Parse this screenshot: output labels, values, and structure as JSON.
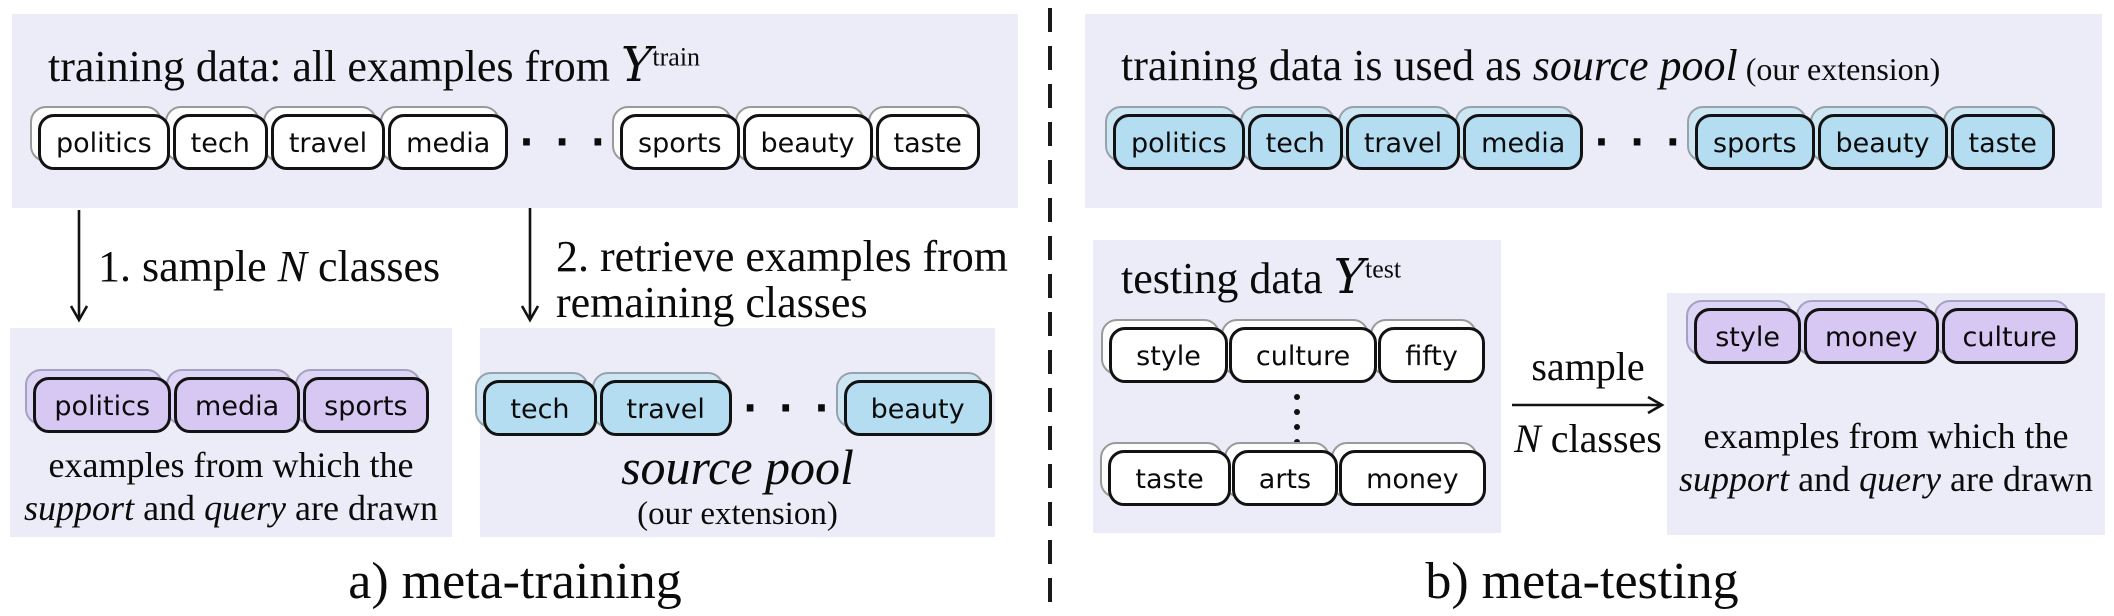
{
  "colors": {
    "panel_background": "#ececf8",
    "purple_chip": "#d7c7f3",
    "blue_chip": "#b4ddf2",
    "white_chip": "#ffffff",
    "chip_border": "#121212",
    "stacked_card_border": "#9a9a9a"
  },
  "meta_training": {
    "panel_label": "a) meta-training",
    "pool_box": {
      "title_prefix": "training data: all examples from ",
      "title_symbol": "Y",
      "title_sup": "train",
      "classes": [
        "politics",
        "tech",
        "travel",
        "media",
        "···",
        "sports",
        "beauty",
        "taste"
      ]
    },
    "step1": {
      "pre": "1. sample ",
      "var": "N",
      "post": " classes"
    },
    "step2": {
      "line1": "2. retrieve examples from",
      "line2": "remaining classes"
    },
    "sampled_box": {
      "classes": [
        "politics",
        "media",
        "sports"
      ],
      "caption_line1": "examples from which the",
      "caption_it1": "support",
      "caption_mid": " and ",
      "caption_it2": "query",
      "caption_end": " are drawn"
    },
    "source_box": {
      "classes": [
        "tech",
        "travel",
        "···",
        "beauty"
      ],
      "label": "source pool",
      "sublabel": "(our extension)"
    }
  },
  "meta_testing": {
    "panel_label": "b) meta-testing",
    "pool_box": {
      "title_prefix": "training data is used as ",
      "title_emph": "source pool",
      "title_paren": " (our extension)",
      "classes": [
        "politics",
        "tech",
        "travel",
        "media",
        "···",
        "sports",
        "beauty",
        "taste"
      ]
    },
    "test_box": {
      "title_prefix": "testing data ",
      "title_symbol": "Y",
      "title_sup": "test",
      "row1": [
        "style",
        "culture",
        "fifty"
      ],
      "row2": [
        "taste",
        "arts",
        "money"
      ]
    },
    "sample_arrow": {
      "line1": "sample",
      "line2_var": "N",
      "line2_post": " classes"
    },
    "result_box": {
      "classes": [
        "style",
        "money",
        "culture"
      ],
      "caption_line1": "examples from which the",
      "caption_it1": "support",
      "caption_mid": " and ",
      "caption_it2": "query",
      "caption_end": " are drawn"
    }
  }
}
